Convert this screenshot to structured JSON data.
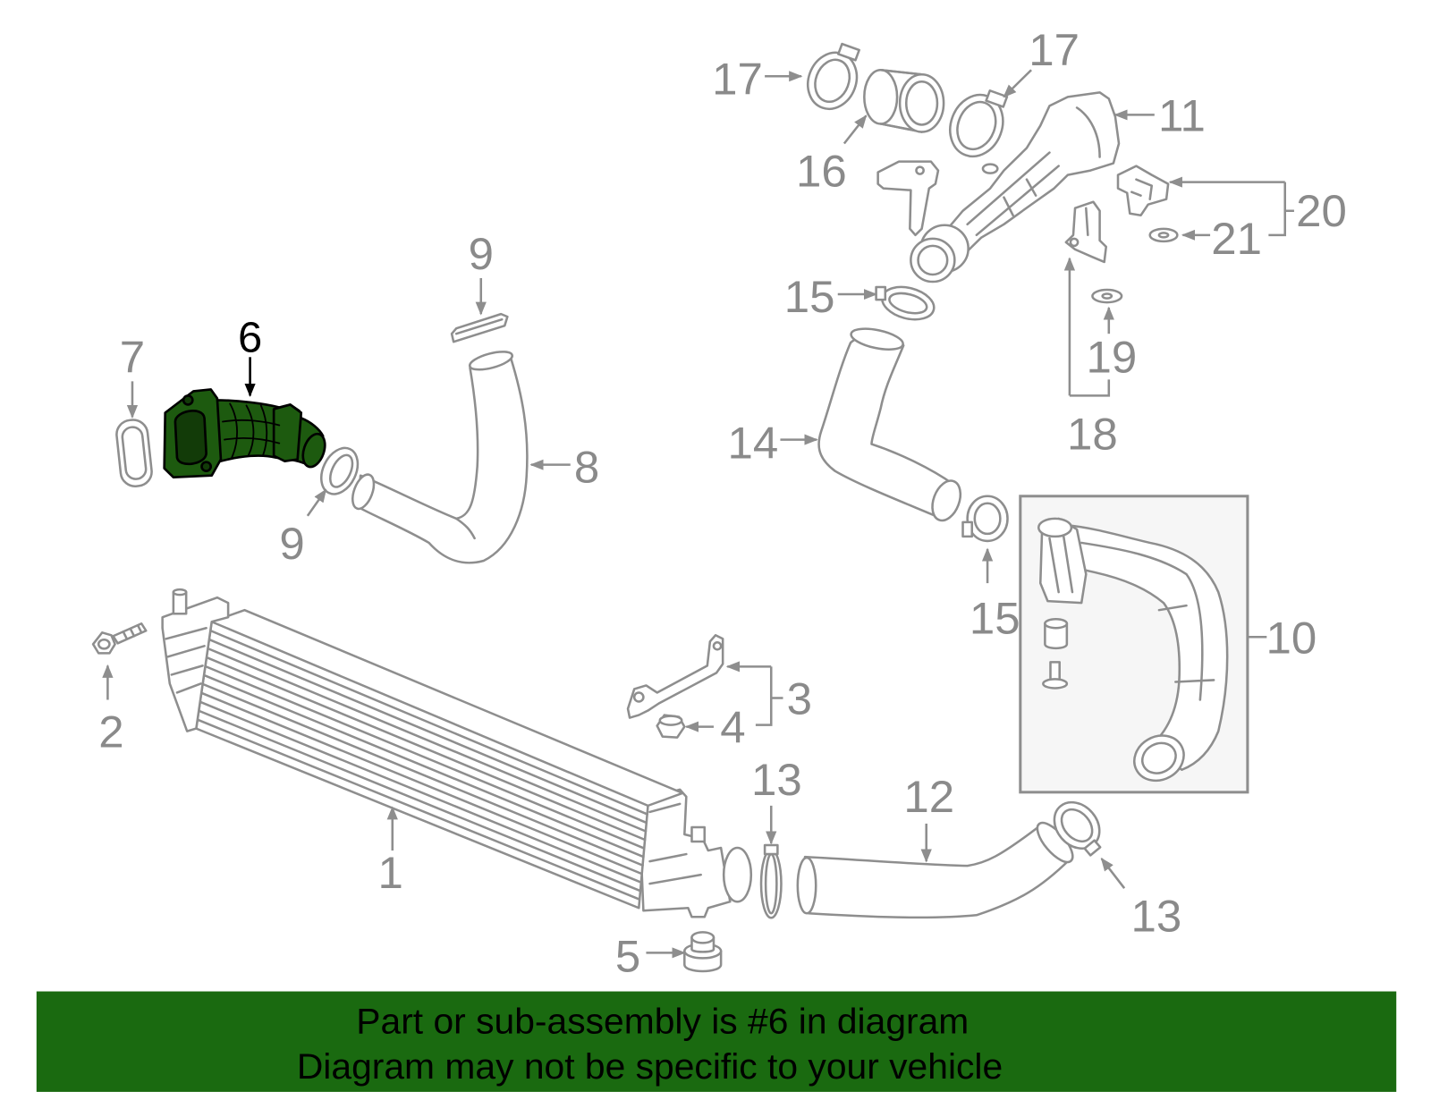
{
  "diagram": {
    "callouts": [
      "17",
      "17",
      "16",
      "11",
      "20",
      "21",
      "9",
      "6",
      "7",
      "15",
      "19",
      "18",
      "14",
      "8",
      "9",
      "15",
      "10",
      "2",
      "3",
      "4",
      "13",
      "12",
      "1",
      "13",
      "5"
    ]
  },
  "banner": {
    "line1": "Part or sub-assembly is #6 in diagram",
    "line2": "Diagram may not be specific to your vehicle"
  },
  "colors": {
    "outline": "#8e8e8e",
    "highlight": "#1d5a0f",
    "banner": "#1a6a10",
    "callout": "#8a8a8a",
    "callout_highlight": "#000000"
  }
}
